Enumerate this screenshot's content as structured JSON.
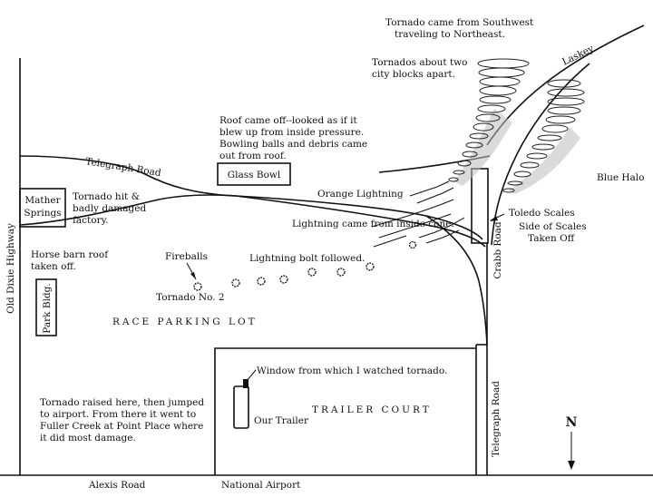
{
  "notes": {
    "direction_line1": "Tornado came from Southwest",
    "direction_line2": "traveling to Northeast.",
    "apart_line1": "Tornados about two",
    "apart_line2": "city blocks apart.",
    "roof_line1": "Roof came off--looked as if it",
    "roof_line2": "blew up from inside pressure.",
    "roof_line3": "Bowling balls and debris came",
    "roof_line4": "out from roof.",
    "factory_line1": "Tornado hit &",
    "factory_line2": "badly damaged",
    "factory_line3": "factory.",
    "orange_lightning": "Orange  Lightning",
    "cone_lightning": "Lightning came from inside cone.",
    "bolt_followed": "Lightning bolt followed.",
    "fireballs": "Fireballs",
    "tornado_no2": "Tornado No. 2",
    "horse_line1": "Horse barn roof",
    "horse_line2": "taken off.",
    "window": "Window from which I watched tornado.",
    "raised_line1": "Tornado raised here, then jumped",
    "raised_line2": "to airport.  From there it went to",
    "raised_line3": "Fuller Creek at Point Place where",
    "raised_line4": "it did most damage.",
    "blue_halo": "Blue Halo",
    "toledo_scales": "Toledo Scales",
    "side_line1": "Side of Scales",
    "side_line2": "Taken Off"
  },
  "places": {
    "laskey": "Laskey",
    "telegraph_road": "Telegraph Road",
    "glass_bowl": "Glass Bowl",
    "mather_line1": "Mather",
    "mather_line2": "Springs",
    "old_dixie": "Old Dixie Highway",
    "park_bldg": "Park Bldg.",
    "race_parking": "RACE PARKING LOT",
    "trailer_court": "TRAILER COURT",
    "our_trailer": "Our Trailer",
    "crabb_road": "Crabb Road",
    "telegraph_road_vertical": "Telegraph Road",
    "alexis_road": "Alexis Road",
    "national_airport": "National Airport"
  },
  "compass": {
    "north": "N"
  }
}
